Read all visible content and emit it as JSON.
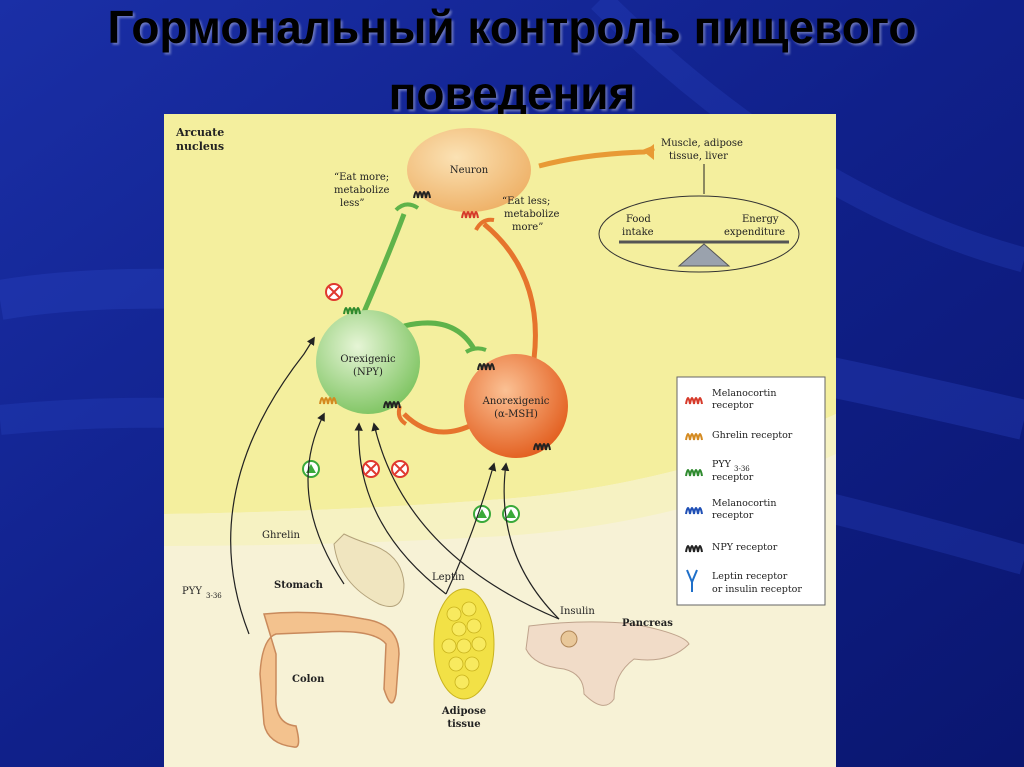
{
  "slide": {
    "title_line1": "Гормональный контроль пищевого",
    "title_line2": "поведения"
  },
  "diagram": {
    "region_label_line1": "Arcuate",
    "region_label_line2": "nucleus",
    "neuron": "Neuron",
    "eat_more_line1": "“Eat more;",
    "eat_more_line2": "metabolize",
    "eat_more_line3": "less”",
    "eat_less_line1": "“Eat less;",
    "eat_less_line2": "metabolize",
    "eat_less_line3": "more”",
    "target_line1": "Muscle, adipose",
    "target_line2": "tissue, liver",
    "food_line1": "Food",
    "food_line2": "intake",
    "energy_line1": "Energy",
    "energy_line2": "expenditure",
    "orexigenic_line1": "Orexigenic",
    "orexigenic_line2": "(NPY)",
    "anorexigenic_line1": "Anorexigenic",
    "anorexigenic_line2": "(α-MSH)",
    "ghrelin": "Ghrelin",
    "pyy": "PYY",
    "pyy_sub": "3-36",
    "stomach": "Stomach",
    "colon": "Colon",
    "leptin": "Leptin",
    "adipose_line1": "Adipose",
    "adipose_line2": "tissue",
    "insulin": "Insulin",
    "pancreas": "Pancreas"
  },
  "legend": {
    "melanocortin_red_line1": "Melanocortin",
    "melanocortin_red_line2": "receptor",
    "ghrelin_receptor": "Ghrelin receptor",
    "pyy_line1": "PYY",
    "pyy_sub": "3-36",
    "pyy_line2": "receptor",
    "melanocortin_blue_line1": "Melanocortin",
    "melanocortin_blue_line2": "receptor",
    "npy_receptor": "NPY receptor",
    "leptin_line1": "Leptin receptor",
    "leptin_line2": "or insulin receptor"
  },
  "colors": {
    "background": "#10208a",
    "page": "#f7f2d6",
    "nucleus": "#f3ef9a",
    "neuron": "#f2c07a",
    "orexigenic": "#8fd07a",
    "anorexigenic": "#e96b28",
    "green_axon": "#5fb34a",
    "orange_axon": "#e6742d",
    "inhibit": "#e0392f",
    "stimulate": "#3aa93a"
  }
}
